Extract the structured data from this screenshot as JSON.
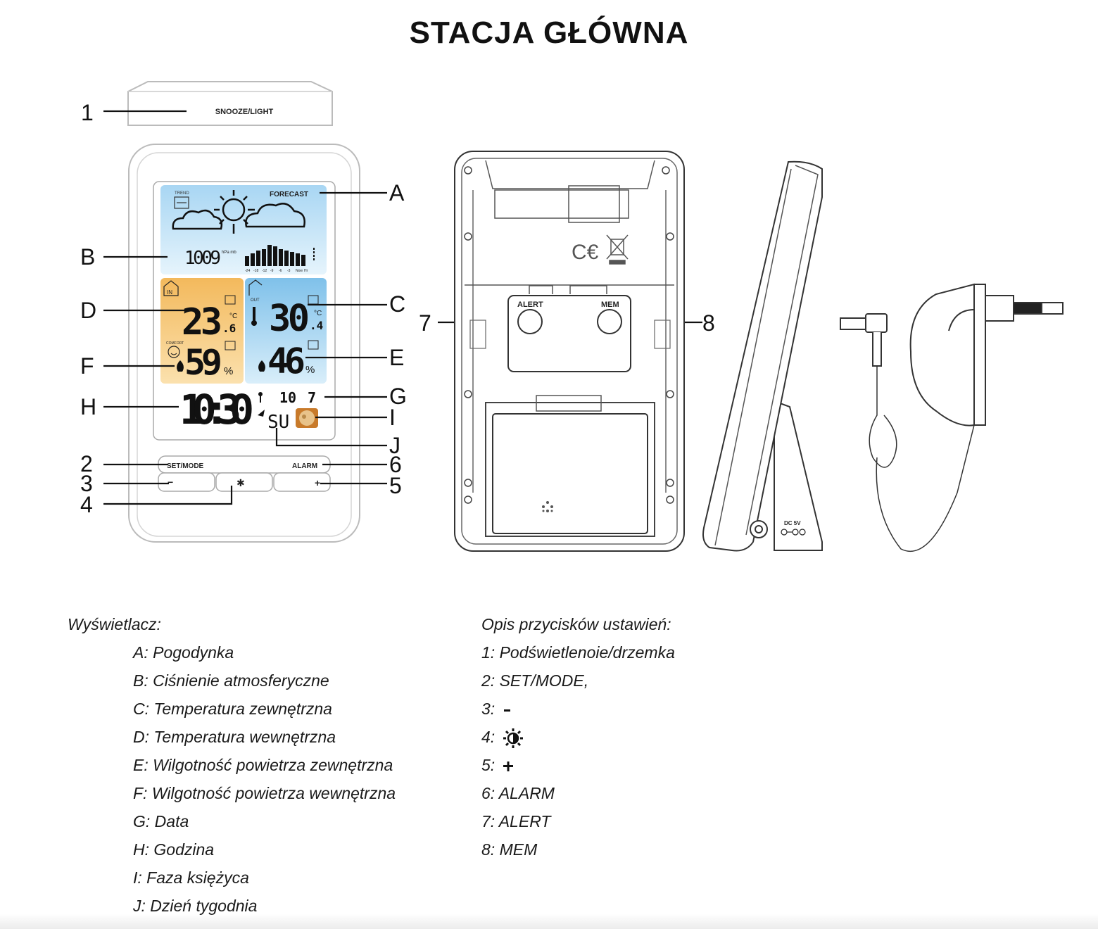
{
  "title": "STACJA GŁÓWNA",
  "device": {
    "top_button_label": "SNOOZE/LIGHT",
    "lcd": {
      "trend_label": "TREND",
      "forecast_label": "FORECAST",
      "pressure_value": "1009",
      "pressure_unit": "hPa mb",
      "history_labels": [
        "-24",
        "-18",
        "-12",
        "-9",
        "-6",
        "-3",
        "Now",
        "Hr"
      ],
      "in_label": "IN",
      "out_label": "OUT",
      "indoor_temp_main": "23",
      "indoor_temp_dec": ".6",
      "temp_unit": "°C",
      "outdoor_temp_main": "30",
      "outdoor_temp_dec": ".4",
      "comfort_label": "COMFORT",
      "indoor_humidity": "59",
      "outdoor_humidity": "46",
      "humidity_unit": "%",
      "time": "10:30",
      "date_day": "10",
      "date_month": "7",
      "weekday": "SU"
    },
    "buttons": {
      "set_mode": "SET/MODE",
      "alarm": "ALARM",
      "minus": "−",
      "plus": "+",
      "light_glyph": "✱"
    },
    "back_buttons": {
      "alert": "ALERT",
      "mem": "MEM"
    },
    "dc_label": "DC 5V"
  },
  "callouts": {
    "numbers": [
      "1",
      "2",
      "3",
      "4",
      "5",
      "6",
      "7",
      "8"
    ],
    "letters": [
      "A",
      "B",
      "C",
      "D",
      "E",
      "F",
      "G",
      "H",
      "I",
      "J"
    ]
  },
  "legend_display": {
    "header": "Wyświetlacz:",
    "items": [
      "A: Pogodynka",
      "B: Ciśnienie atmosferyczne",
      "C: Temperatura zewnętrzna",
      "D: Temperatura wewnętrzna",
      "E: Wilgotność powietrza zewnętrzna",
      "F: Wilgotność powietrza wewnętrzna",
      "G: Data",
      "H: Godzina",
      "I: Faza księżyca",
      "J: Dzień tygodnia"
    ]
  },
  "legend_buttons": {
    "header": "Opis przycisków ustawień:",
    "items": [
      "1: Podświetlenoie/drzemka",
      "2: SET/MODE,",
      "3: ",
      "4: ",
      "5: ",
      "6: ALARM",
      "7: ALERT",
      "8: MEM"
    ],
    "icons": {
      "item_3": "minus-icon",
      "item_4": "brightness-icon",
      "item_5": "plus-icon"
    }
  }
}
